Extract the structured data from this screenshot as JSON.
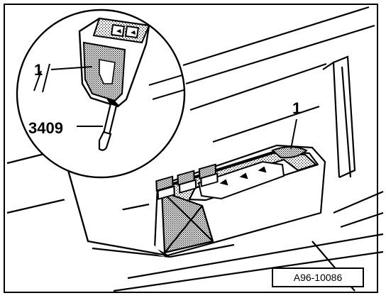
{
  "callouts": {
    "part_1_inset": "1",
    "tool_3409": "3409",
    "part_1_door": "1"
  },
  "reference": "A96-10086",
  "colors": {
    "ink": "#000000",
    "paper": "#ffffff",
    "stipple": "#9a9a9a"
  }
}
